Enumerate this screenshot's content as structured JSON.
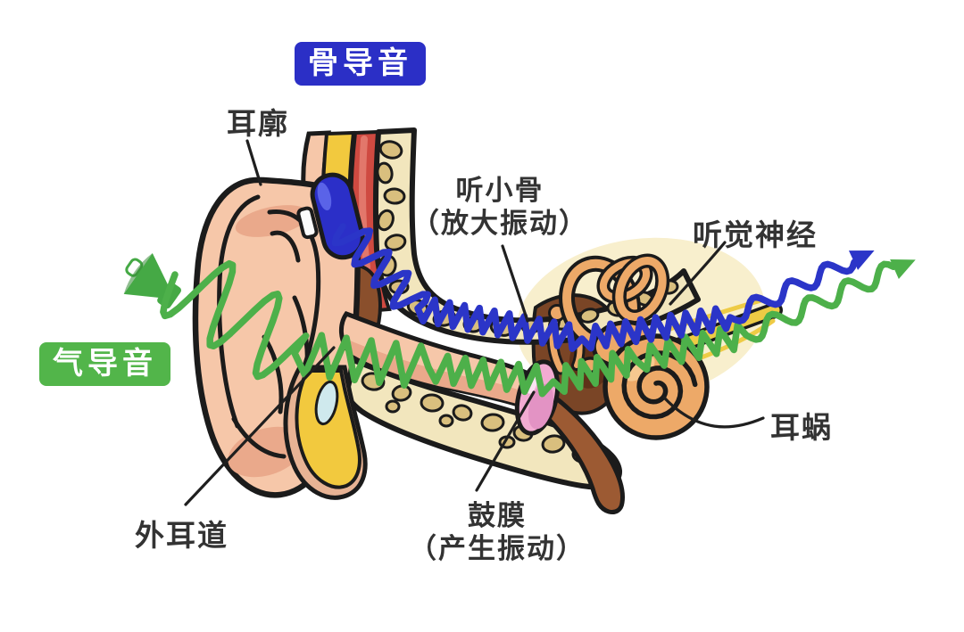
{
  "badges": {
    "bone": {
      "label": "骨导音",
      "bg": "#2b2fc6"
    },
    "air": {
      "label": "气导音",
      "bg": "#52b54a"
    }
  },
  "labels": {
    "auricle": {
      "text": "耳廓"
    },
    "ossicles": {
      "line1": "听小骨",
      "line2": "（放大振动）"
    },
    "auditory_nerve": {
      "text": "听觉神经"
    },
    "cochlea": {
      "text": "耳蜗"
    },
    "ear_canal": {
      "text": "外耳道"
    },
    "eardrum": {
      "line1": "鼓膜",
      "line2": "（产生振动）"
    }
  },
  "icons": {
    "speaker": "speaker-icon",
    "bone_conduction_device": "bone-conduction-headset-icon",
    "air_wave": "green-wavy-arrow",
    "bone_wave": "blue-wavy-arrow"
  },
  "colors": {
    "bone_conduction_blue": "#2b35c8",
    "air_conduction_green": "#4db04a",
    "speaker_green": "#45a945",
    "skin": "#f6c7a9",
    "skin_shade": "#eaa98b",
    "fat_yellow": "#f2c93e",
    "muscle_red": "#cf4a41",
    "bone_cream": "#f2e6bd",
    "bone_pebble": "#d9bf7e",
    "middle_ear_brown": "#7a4526",
    "tube_brown": "#9c5a33",
    "inner_ear_orange": "#eda968",
    "eardrum_pink": "#f2abd2",
    "nerve_yellow": "#eecb45",
    "inner_ear_backdrop": "#f8efcd",
    "outline": "#1b1b1b",
    "label_text": "#333333",
    "background": "#ffffff"
  }
}
